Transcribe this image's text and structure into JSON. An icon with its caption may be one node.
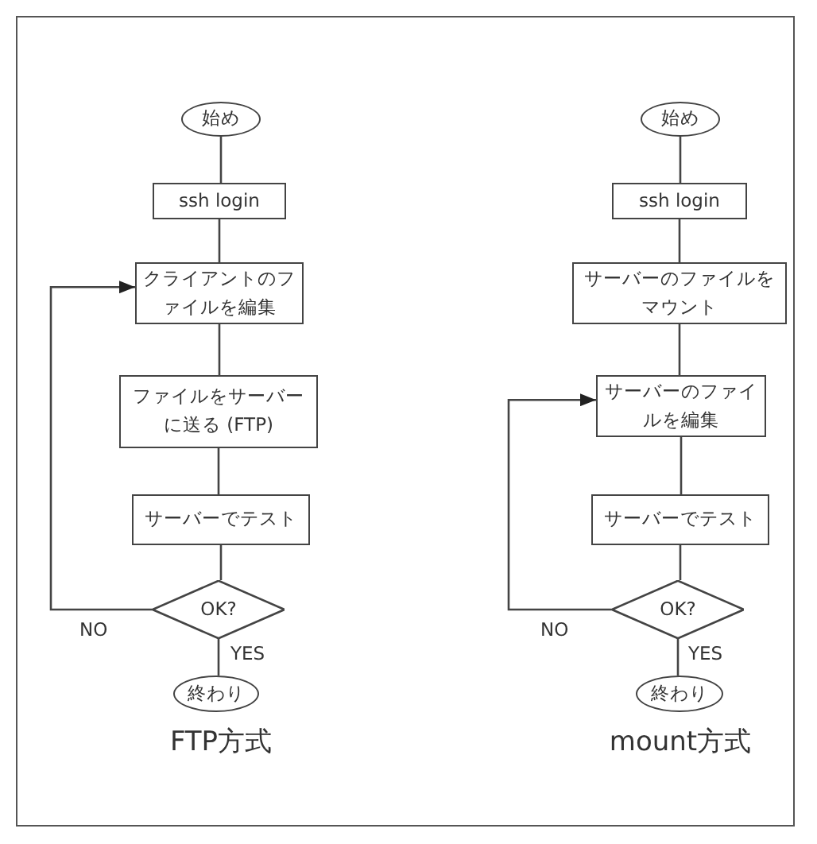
{
  "diagram": {
    "nodes": [
      {
        "text": [
          "始め"
        ]
      },
      {
        "text": [
          "ssh login"
        ]
      },
      {
        "text": [
          "クライアントのファイルを編集"
        ]
      },
      {
        "text": [
          "ファイルをサーバーに送る (FTP)"
        ]
      },
      {
        "text": [
          "サーバーでテスト"
        ]
      },
      {
        "text": [
          "OK?"
        ]
      },
      {
        "text": [
          "終わり"
        ]
      },
      {
        "text": [
          "始め"
        ]
      },
      {
        "text": [
          "ssh login"
        ]
      },
      {
        "text": [
          "サーバーのファイルをマウント"
        ]
      },
      {
        "text": [
          "サーバーのファイルを編集"
        ]
      },
      {
        "text": [
          "サーバーでテスト"
        ]
      },
      {
        "text": [
          "OK?"
        ]
      },
      {
        "text": [
          "終わり"
        ]
      }
    ],
    "edges": [
      {
        "from": 0,
        "to": 1,
        "arrow": "none"
      },
      {
        "from": 1,
        "to": 2,
        "arrow": "none"
      },
      {
        "from": 2,
        "to": 3,
        "arrow": "none"
      },
      {
        "from": 3,
        "to": 4,
        "arrow": "none"
      },
      {
        "from": 4,
        "to": 5,
        "arrow": "none"
      },
      {
        "from": 5,
        "to": 6,
        "arrow": "none",
        "label": "YES"
      },
      {
        "from": 5,
        "to": 2,
        "arrow": "to",
        "label": "NO"
      },
      {
        "from": 7,
        "to": 8,
        "arrow": "none"
      },
      {
        "from": 8,
        "to": 9,
        "arrow": "none"
      },
      {
        "from": 9,
        "to": 10,
        "arrow": "none"
      },
      {
        "from": 10,
        "to": 11,
        "arrow": "none"
      },
      {
        "from": 11,
        "to": 12,
        "arrow": "none"
      },
      {
        "from": 12,
        "to": 13,
        "arrow": "none",
        "label": "YES"
      },
      {
        "from": 12,
        "to": 10,
        "arrow": "to",
        "label": "NO"
      }
    ],
    "labels": [
      "FTP方式",
      "mount方式"
    ]
  }
}
